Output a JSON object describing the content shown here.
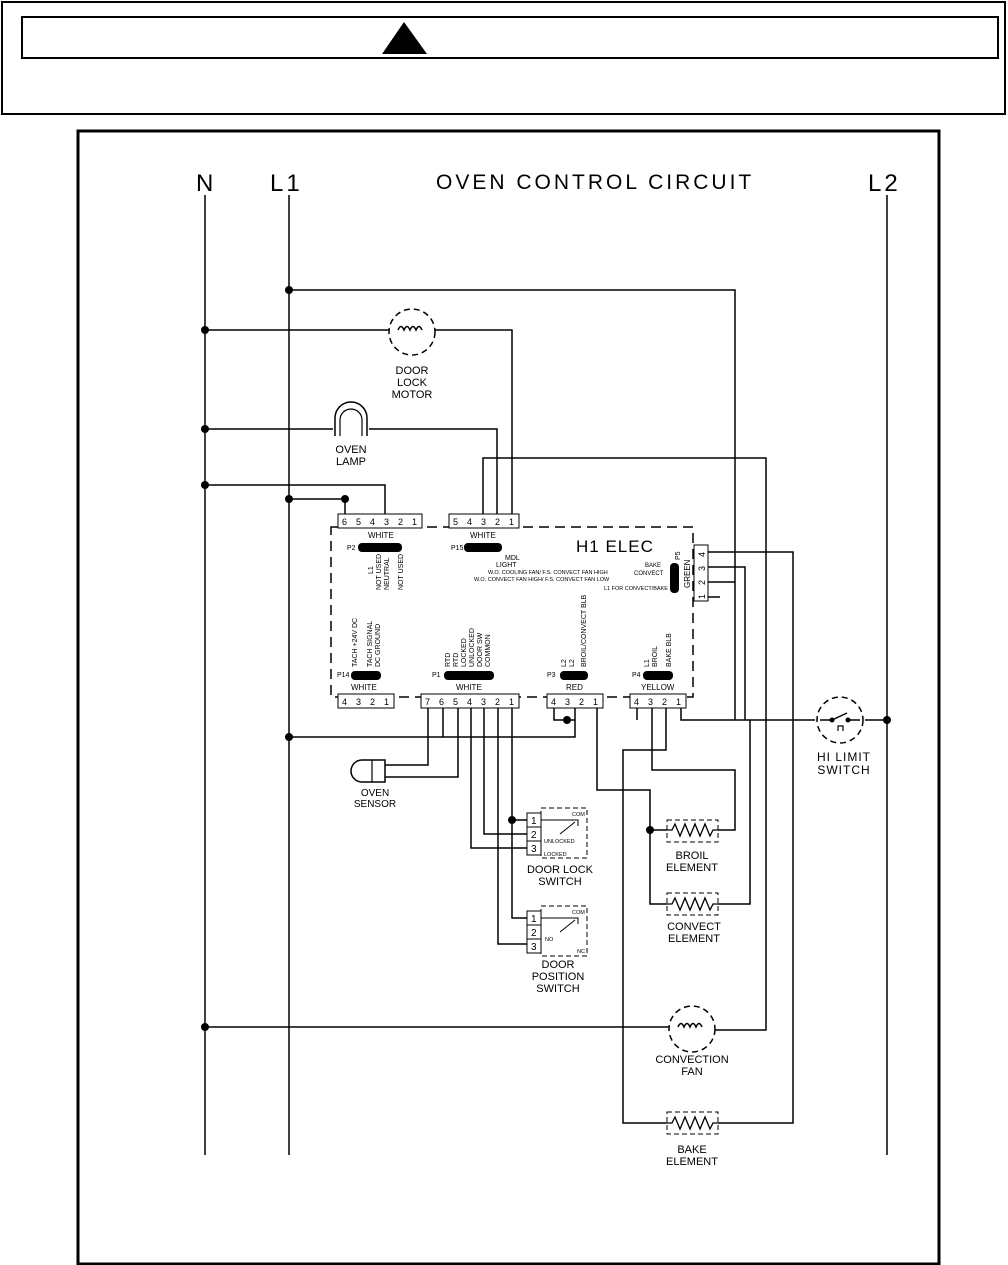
{
  "header": {
    "icon": "warning-triangle-icon"
  },
  "diagram": {
    "title": "OVEN CONTROL CIRCUIT",
    "rails": {
      "n": "N",
      "l1": "L1",
      "l2": "L2"
    },
    "board_label": "H1 ELEC",
    "components": {
      "door_lock_motor": [
        "DOOR",
        "LOCK",
        "MOTOR"
      ],
      "oven_lamp": [
        "OVEN",
        "LAMP"
      ],
      "oven_sensor": [
        "OVEN",
        "SENSOR"
      ],
      "door_lock_switch": [
        "DOOR LOCK",
        "SWITCH"
      ],
      "door_position_switch": [
        "DOOR",
        "POSITION",
        "SWITCH"
      ],
      "broil_element": [
        "BROIL",
        "ELEMENT"
      ],
      "convect_element": [
        "CONVECT",
        "ELEMENT"
      ],
      "convection_fan": [
        "CONVECTION",
        "FAN"
      ],
      "bake_element": [
        "BAKE",
        "ELEMENT"
      ],
      "hi_limit_switch": [
        "HI LIMIT",
        "SWITCH"
      ]
    },
    "connectors": {
      "p2": {
        "name": "P2",
        "color": "WHITE",
        "pins": [
          "6",
          "5",
          "4",
          "3",
          "2",
          "1"
        ],
        "pin_labels": [
          "L1",
          "NOT USED",
          "NEUTRAL",
          "NOT USED"
        ]
      },
      "p15": {
        "name": "P15",
        "color": "WHITE",
        "pins": [
          "5",
          "4",
          "3",
          "2",
          "1"
        ],
        "pin_labels": [
          "MDL",
          "LIGHT",
          "W.O. COOLING FAN/ F.S. CONVECT FAN HIGH",
          "W.O. CONVECT FAN HIGH/ F.S. CONVECT FAN LOW"
        ]
      },
      "p5": {
        "name": "P5",
        "color": "GREEN",
        "pins": [
          "4",
          "3",
          "2",
          "1"
        ],
        "pin_labels": [
          "BAKE",
          "CONVECT",
          "L1 FOR CONVECT/BAKE"
        ]
      },
      "p14": {
        "name": "P14",
        "color": "WHITE",
        "pins": [
          "4",
          "3",
          "2",
          "1"
        ],
        "pin_labels": [
          "TACH +24V DC",
          "TACH SIGNAL",
          "DC GROUND"
        ]
      },
      "p1": {
        "name": "P1",
        "color": "WHITE",
        "pins": [
          "7",
          "6",
          "5",
          "4",
          "3",
          "2",
          "1"
        ],
        "pin_labels": [
          "RTD",
          "RTD",
          "LOCKED",
          "UNLOCKED",
          "DOOR SW",
          "COMMON"
        ]
      },
      "p3": {
        "name": "P3",
        "color": "RED",
        "pins": [
          "4",
          "3",
          "2",
          "1"
        ],
        "pin_labels": [
          "L2",
          "L2",
          "BROIL/CONVECT BLB"
        ]
      },
      "p4": {
        "name": "P4",
        "color": "YELLOW",
        "pins": [
          "4",
          "3",
          "2",
          "1"
        ],
        "pin_labels": [
          "L1",
          "BROIL",
          "BAKE BLB"
        ]
      }
    },
    "switch_terms": {
      "pins": [
        "1",
        "2",
        "3"
      ],
      "com": "COM",
      "unlocked": "UNLOCKED",
      "locked": "LOCKED",
      "no": "NO",
      "nc": "NC"
    }
  }
}
